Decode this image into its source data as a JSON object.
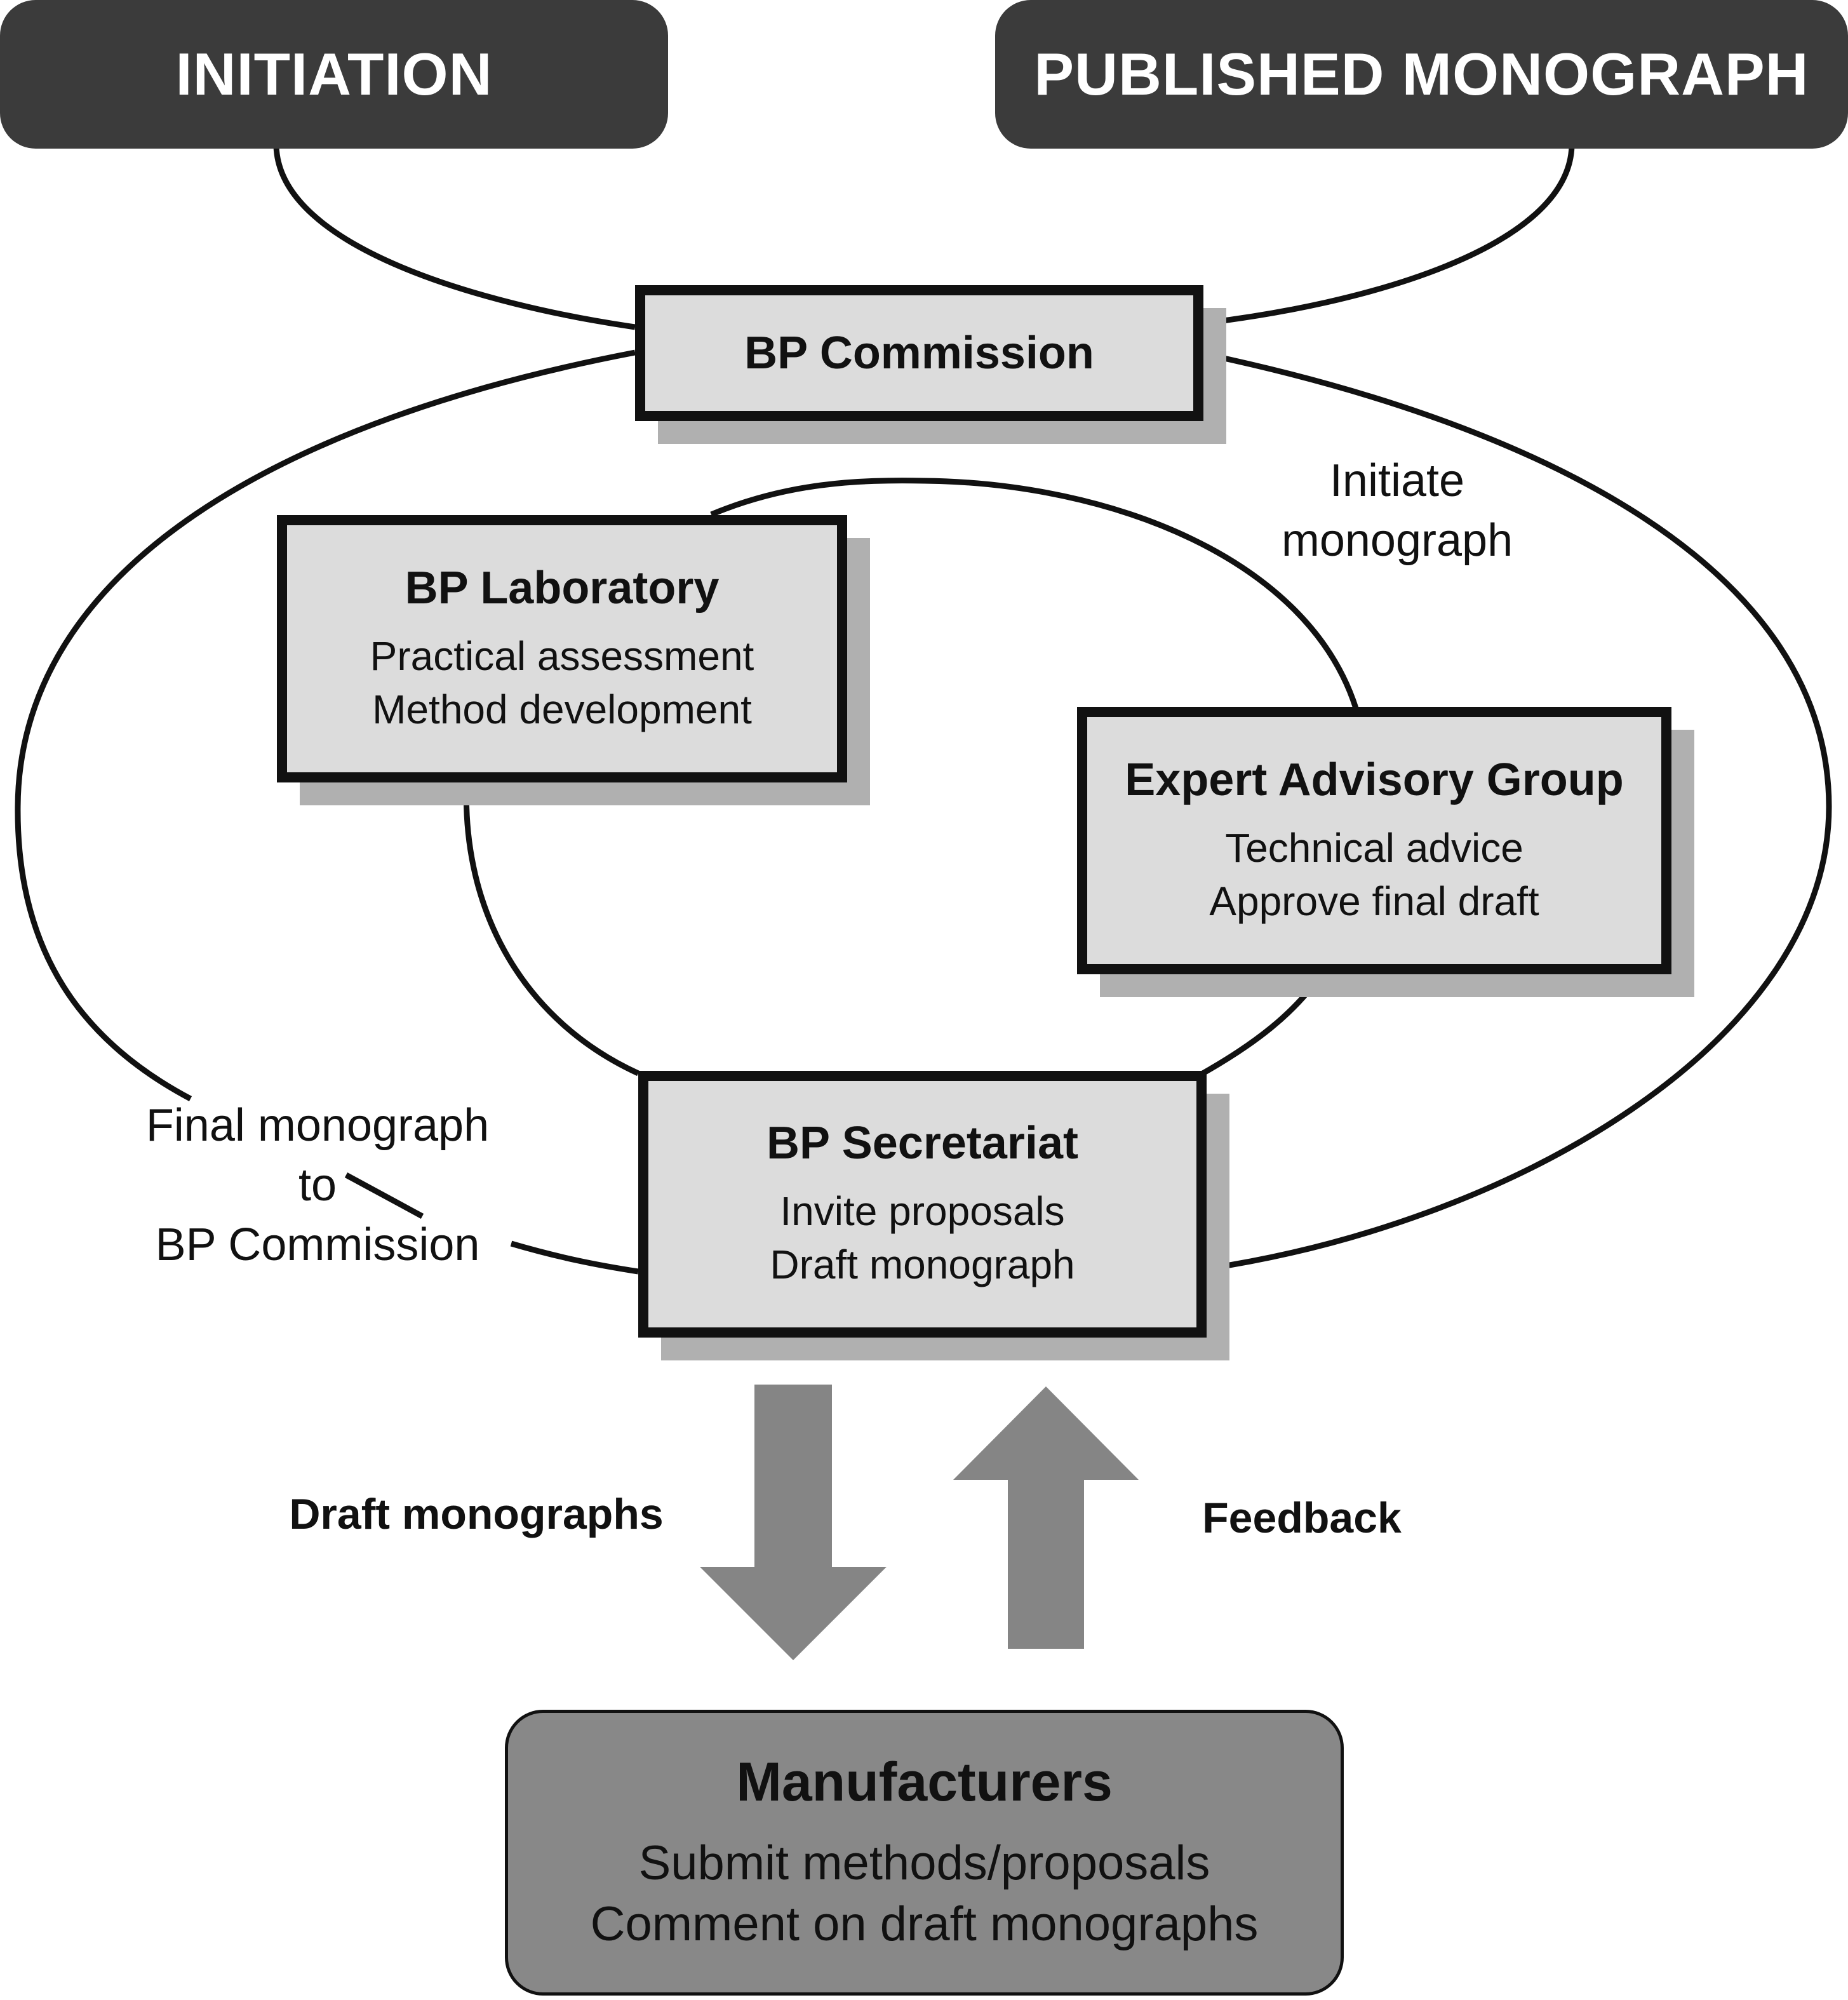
{
  "header": {
    "initiation": "INITIATION",
    "published": "PUBLISHED MONOGRAPH"
  },
  "nodes": {
    "commission": {
      "title": "BP Commission"
    },
    "laboratory": {
      "title": "BP Laboratory",
      "lines": [
        "Practical assessment",
        "Method development"
      ]
    },
    "expert": {
      "title": "Expert Advisory Group",
      "lines": [
        "Technical advice",
        "Approve final draft"
      ]
    },
    "secretariat": {
      "title": "BP Secretariat",
      "lines": [
        "Invite proposals",
        "Draft monograph"
      ]
    },
    "manufacturers": {
      "title": "Manufacturers",
      "lines": [
        "Submit methods/proposals",
        "Comment on draft monographs"
      ]
    }
  },
  "labels": {
    "initiate": [
      "Initiate",
      "monograph"
    ],
    "final": [
      "Final monograph",
      "to",
      "BP Commission"
    ],
    "draft_monographs": "Draft monographs",
    "feedback": "Feedback"
  },
  "colors": {
    "pill": "#3b3b3b",
    "box_fill": "#dcdcdc",
    "box_shadow": "#b0b0b0",
    "arrow": "#858585",
    "manufacturers_fill": "#888888"
  }
}
